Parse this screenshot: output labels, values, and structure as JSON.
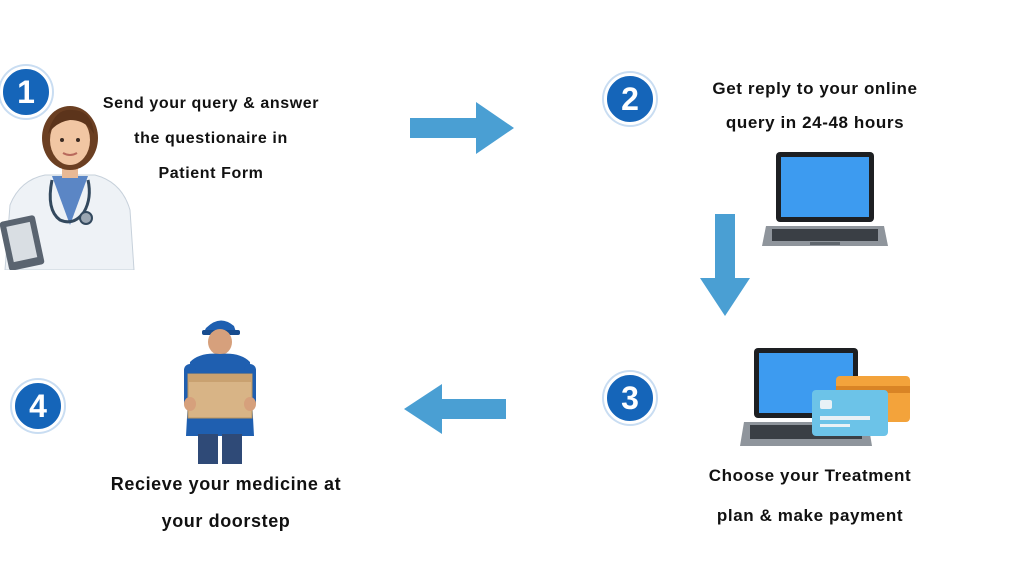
{
  "colors": {
    "badge": "#1565b9",
    "arrow": "#4a9fd3",
    "text": "#111111"
  },
  "steps": [
    {
      "number": "1",
      "lines": [
        "Send your query & answer",
        "the questionaire in",
        "Patient Form"
      ],
      "icon": "doctor-icon"
    },
    {
      "number": "2",
      "lines": [
        "Get reply to your online",
        "query in 24-48 hours"
      ],
      "icon": "laptop-icon"
    },
    {
      "number": "3",
      "lines": [
        "Choose your Treatment",
        "plan & make payment"
      ],
      "icon": "laptop-payment-cards-icon"
    },
    {
      "number": "4",
      "lines": [
        "Recieve your medicine at",
        "your doorstep"
      ],
      "icon": "delivery-man-icon"
    }
  ],
  "arrows": [
    "arrow-right-icon",
    "arrow-down-icon",
    "arrow-left-icon"
  ]
}
